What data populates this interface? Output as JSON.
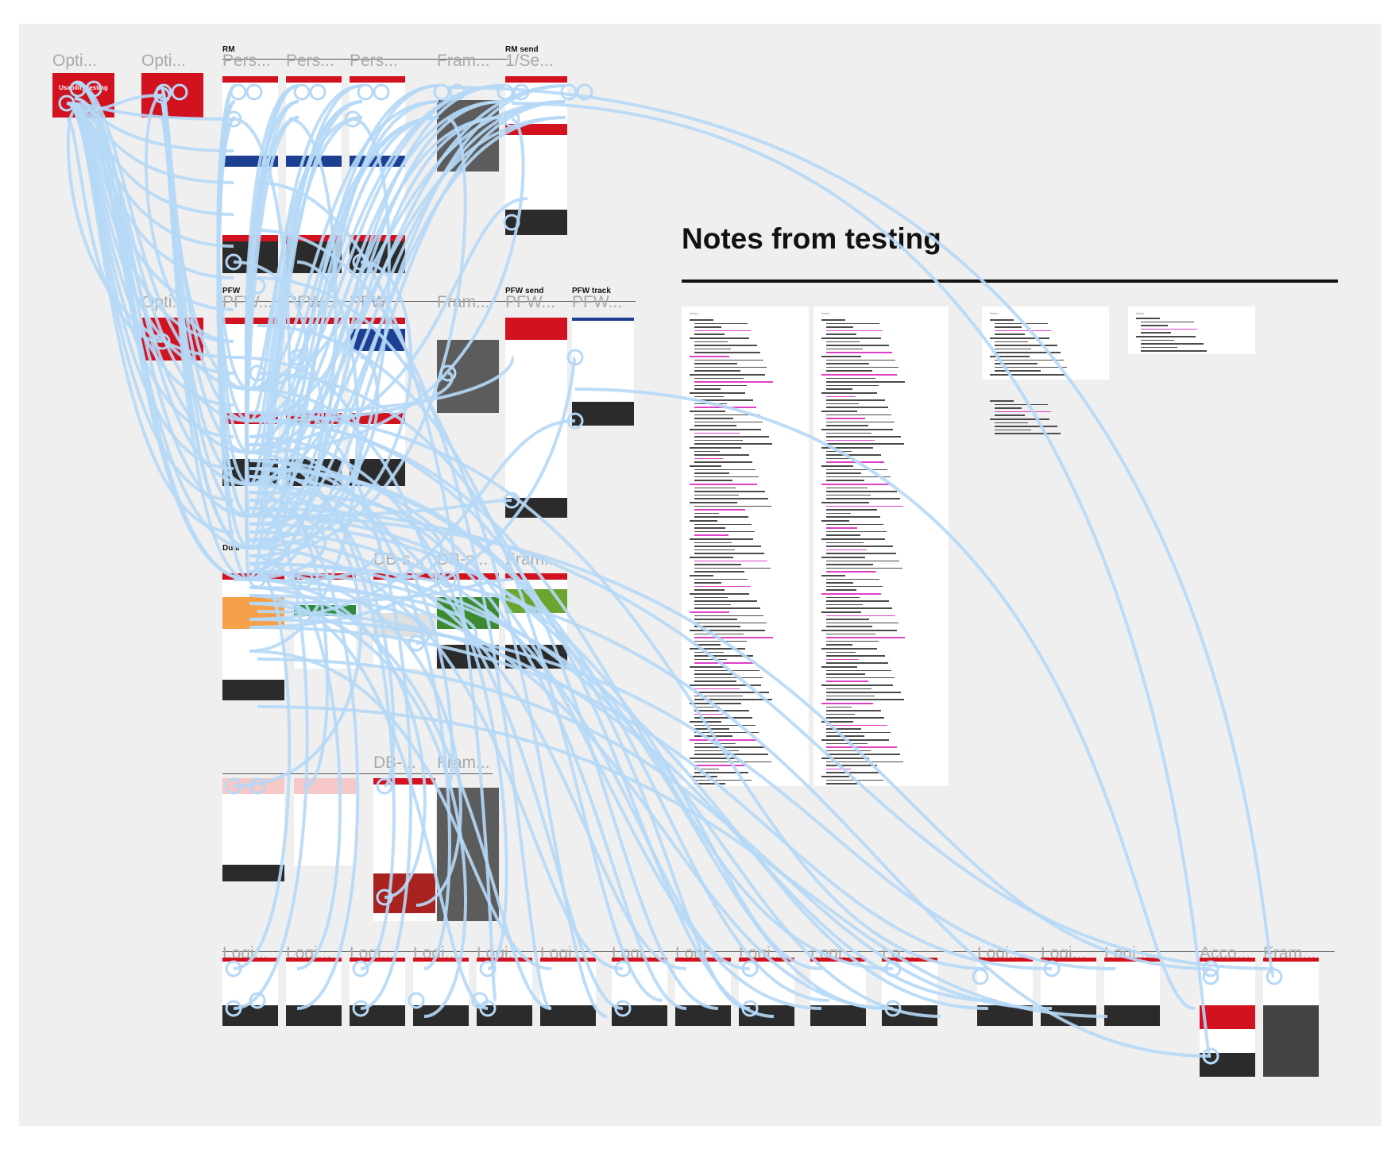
{
  "board": {
    "colors": {
      "background": "#efefef",
      "brand_red": "#d2121f",
      "connector": "#b5d8f6",
      "annotation_pink": "#e040c8"
    }
  },
  "section_labels": {
    "rm": "RM",
    "rm_send": "RM send",
    "pfw": "PFW",
    "pfw_send": "PFW send",
    "pfw_track": "PFW track",
    "dual": "Dual"
  },
  "frame_labels": {
    "opti_1": "Opti...",
    "opti_2": "Opti...",
    "opti_3": "Opti...",
    "pers_1": "Pers...",
    "pers_2": "Pers...",
    "pers_3": "Pers...",
    "fram_rm": "Fram...",
    "rm_send_1": "1/Se...",
    "pfw_1": "PFW...",
    "pfw_2": "PFW...",
    "pfw_3": "PFW",
    "fram_pfw": "Fram...",
    "pfw_send_1": "PFW...",
    "pfw_track_1": "PFW...",
    "db_s_1": "DB-s...",
    "db_s_2": "DB-s...",
    "fram_db": "Fram...",
    "db_row4": "DB-...",
    "fram_row4": "Fram...",
    "logi_1": "Logi...",
    "logi_2": "Logi...",
    "logi_3": "Logi...",
    "logi_4": "Logi...",
    "logi_5": "Logi...",
    "logi_6": "Logi...",
    "logi_7": "Logi...",
    "logi_8": "Logi...",
    "logi_9": "Logi...",
    "logi_10": "Logi...",
    "lo": "Lo...",
    "logi_11": "Logi...",
    "logi_12": "Logi...",
    "logi_13": "Logi...",
    "acco": "Acco...",
    "fram_end": "Fram..."
  },
  "cover_frame": {
    "title": "Usability testing"
  },
  "notes": {
    "title": "Notes from testing",
    "card_heading": "Notes"
  }
}
